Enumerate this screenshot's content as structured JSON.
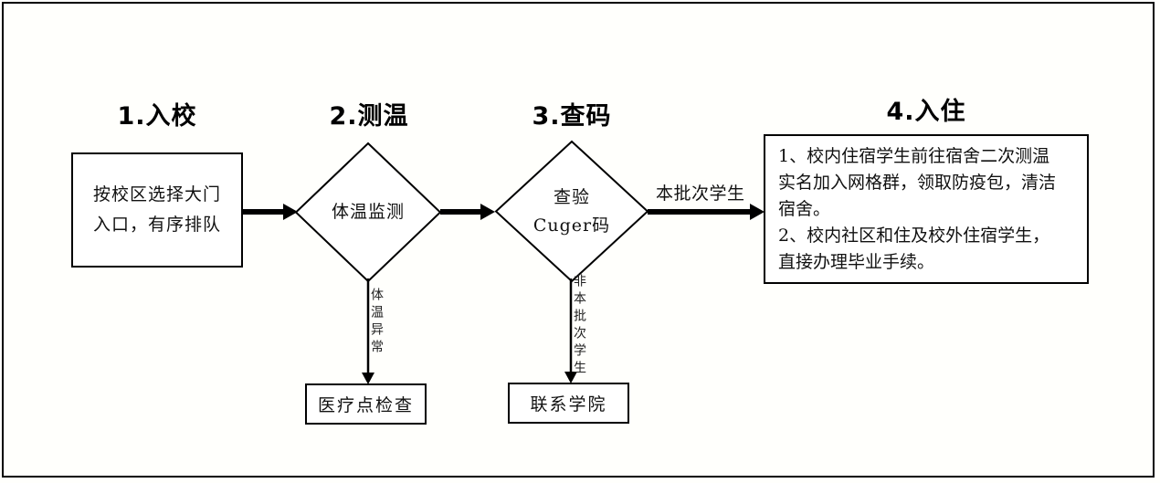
{
  "diagram": {
    "type": "flowchart",
    "orientation": "left-to-right",
    "stages": [
      {
        "id": "stage-1",
        "title": "1.入校"
      },
      {
        "id": "stage-2",
        "title": "2.测温"
      },
      {
        "id": "stage-3",
        "title": "3.查码"
      },
      {
        "id": "stage-4",
        "title": "4.入住"
      }
    ],
    "nodes": {
      "entry_process": {
        "shape": "rectangle",
        "text": "按校区选择大门\n入口，有序排队"
      },
      "temperature_decision": {
        "shape": "diamond",
        "text": "体温监测"
      },
      "code_decision": {
        "shape": "diamond",
        "text": "查验\nCuger码"
      },
      "medical_check": {
        "shape": "rectangle",
        "text": "医疗点检查"
      },
      "contact_college": {
        "shape": "rectangle",
        "text": "联系学院"
      },
      "checkin_info": {
        "shape": "rectangle",
        "text": "1、校内住宿学生前往宿舍二次测温\n实名加入网格群，领取防疫包，清洁\n宿舍。\n2、校内社区和住及校外住宿学生，\n直接办理毕业手续。"
      }
    },
    "edges": [
      {
        "id": "edge-entry-to-temp",
        "from": "entry_process",
        "to": "temperature_decision",
        "label": ""
      },
      {
        "id": "edge-temp-to-code",
        "from": "temperature_decision",
        "to": "code_decision",
        "label": ""
      },
      {
        "id": "edge-code-to-checkin",
        "from": "code_decision",
        "to": "checkin_info",
        "label": "本批次学生"
      },
      {
        "id": "edge-temp-to-medical",
        "from": "temperature_decision",
        "to": "medical_check",
        "label": "体温异常"
      },
      {
        "id": "edge-code-to-college",
        "from": "code_decision",
        "to": "contact_college",
        "label": "非本批次学生"
      }
    ],
    "colors": {
      "stroke": "#000000",
      "fill": "#ffffff",
      "text": "#111111",
      "background": "#fffffc"
    }
  }
}
